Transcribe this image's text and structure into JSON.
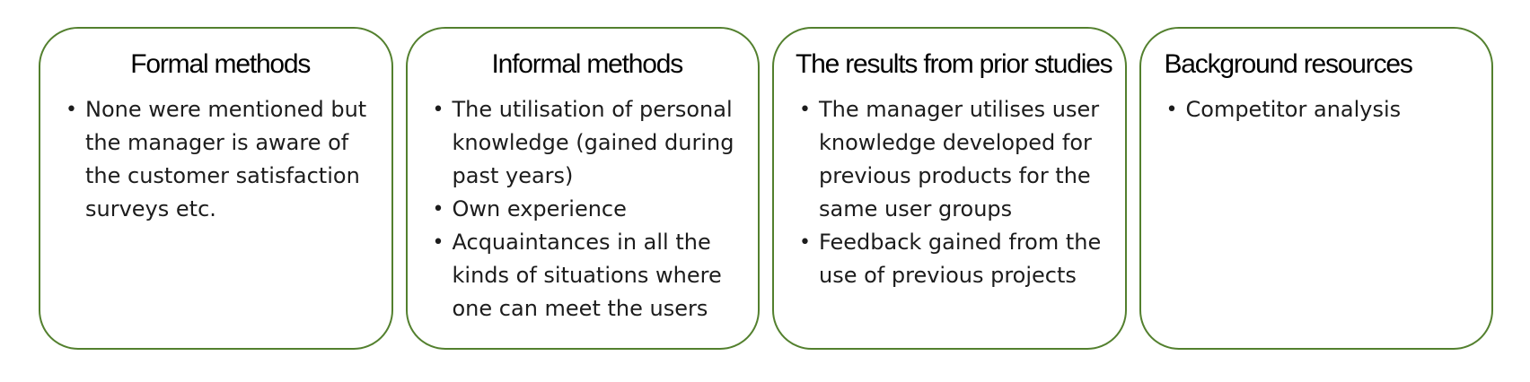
{
  "theme": {
    "border_color": "#53802e",
    "title_color": "#000000",
    "body_color": "#1c1c1c",
    "background": "#ffffff"
  },
  "cards": [
    {
      "title": "Formal methods",
      "title_align": "center",
      "bullets": [
        "None were mentioned but the manager is aware of the customer satisfaction surveys etc."
      ]
    },
    {
      "title": "Informal methods",
      "title_align": "center",
      "bullets": [
        "The utilisation of personal knowledge (gained during past years)",
        "Own experience",
        "Acquaintances in all the kinds of situations where one can meet the users"
      ]
    },
    {
      "title": "The results from prior studies",
      "title_align": "center",
      "bullets": [
        "The manager utilises user knowledge developed for previous products for the same user groups",
        "Feedback gained from the use of previous projects"
      ]
    },
    {
      "title": "Background resources",
      "title_align": "left",
      "bullets": [
        "Competitor analysis"
      ]
    }
  ]
}
